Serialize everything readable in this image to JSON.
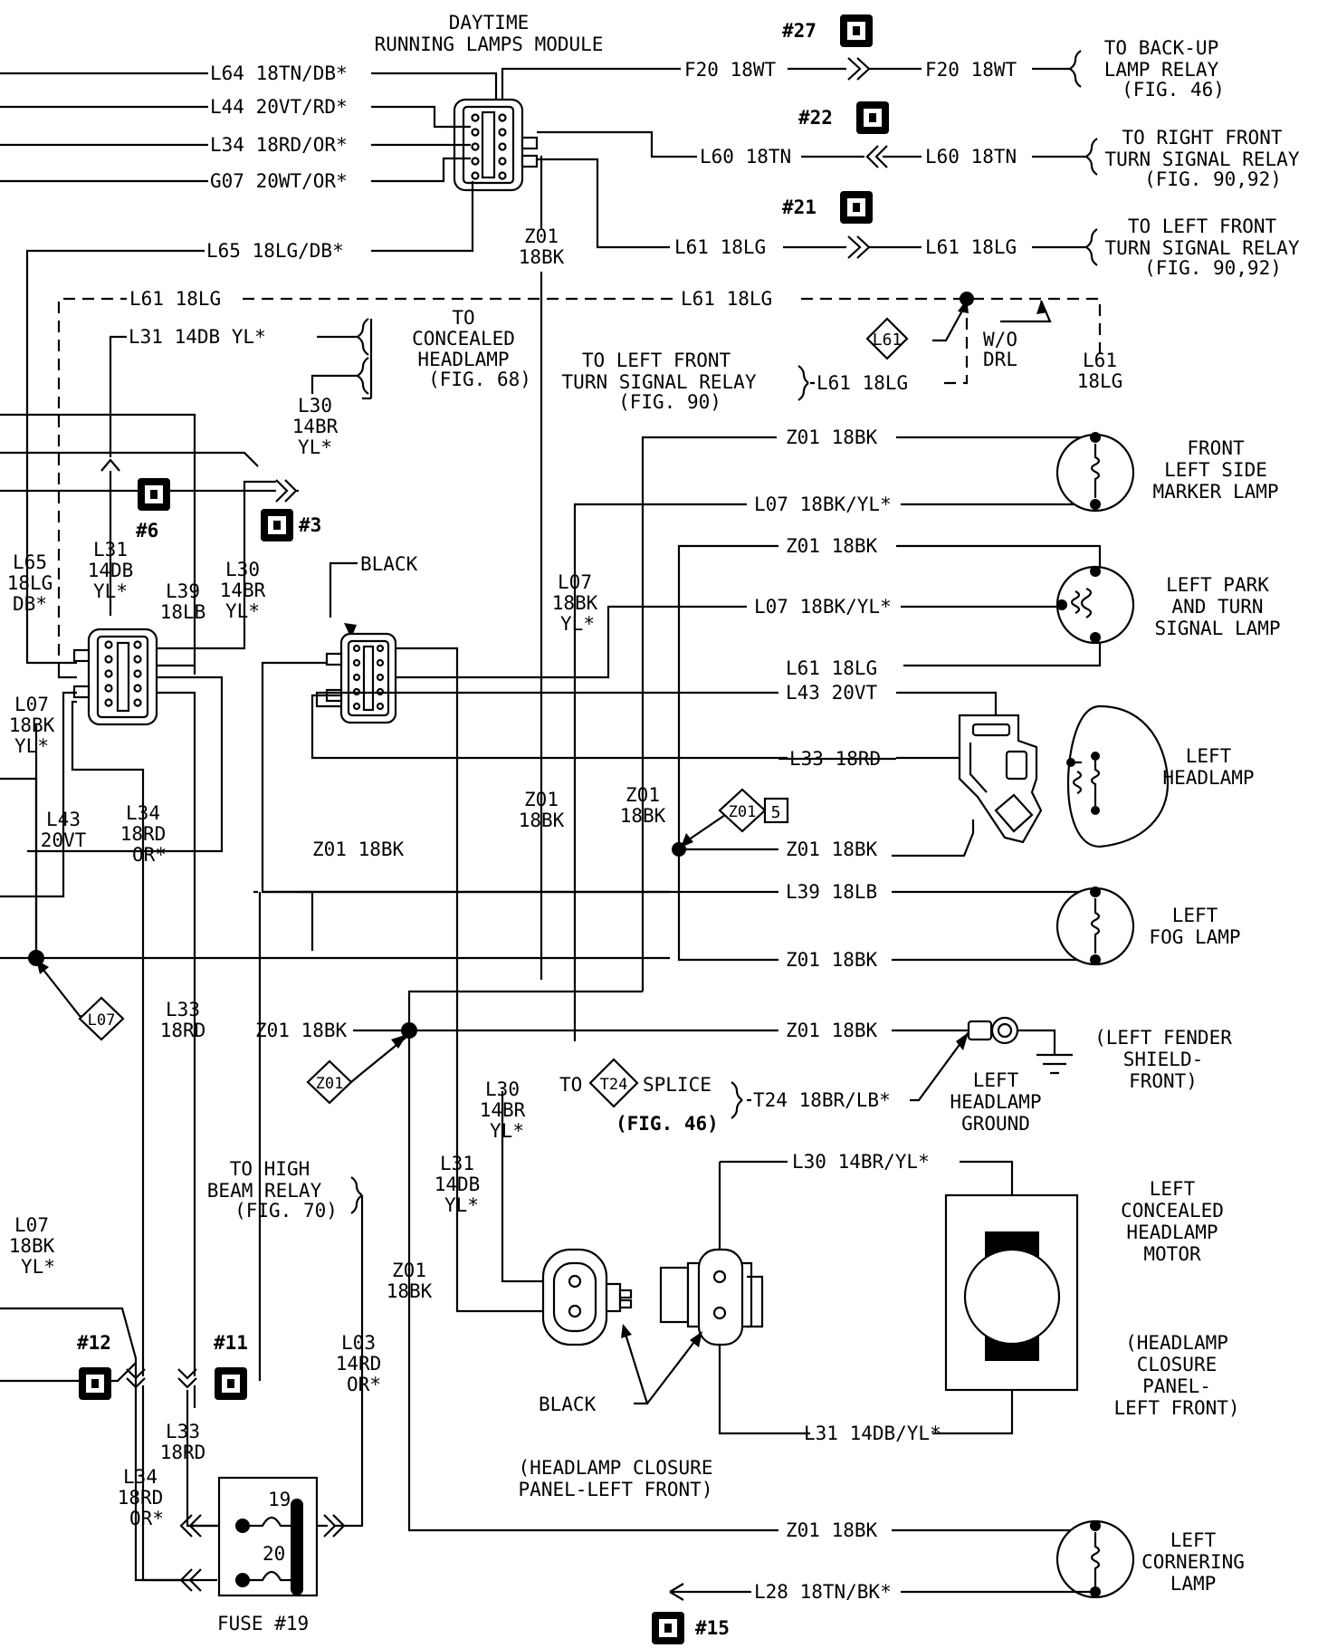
{
  "module": {
    "line1": "DAYTIME",
    "line2": "RUNNING LAMPS MODULE"
  },
  "connectors": {
    "c27": "#27",
    "c22": "#22",
    "c21": "#21",
    "c6": "#6",
    "c3": "#3",
    "c12": "#12",
    "c11": "#11",
    "c15": "#15"
  },
  "wires": {
    "l64": "L64 18TN/DB*",
    "l44": "L44 20VT/RD*",
    "l34": "L34 18RD/OR*",
    "g07": "G07 20WT/OR*",
    "l65": "L65 18LG/DB*",
    "f20a": "F20 18WT",
    "f20b": "F20 18WT",
    "l60a": "L60 18TN",
    "l60b": "L60 18TN",
    "l61a": "L61 18LG",
    "l61b": "L61 18LG",
    "l61c": "L61 18LG",
    "l61d": "L61 18LG",
    "l61e": "L61 18LG",
    "l31a": "L31 14DB YL*",
    "z01a": "Z01 18BK",
    "l07a": "L07 18BK/YL*",
    "z01b": "Z01 18BK",
    "l07b": "L07 18BK/YL*",
    "l61f": "L61 18LG",
    "l43a": "L43 20VT",
    "l33a": "L33 18RD",
    "z01c": "Z01 18BK",
    "z01d": "Z01 18BK",
    "l39a": "L39 18LB",
    "z01e": "Z01 18BK",
    "z01f": "Z01 18BK",
    "z01g": "Z01 18BK",
    "t24": "T24 18BR/LB*",
    "l30c": "L30 14BR/YL*",
    "l31c": "L31 14DB/YL*",
    "z01h": "Z01 18BK",
    "l28": "L28 18TN/BK*"
  },
  "vlabels": {
    "z01_1": [
      "Z01",
      "18BK"
    ],
    "l61_v": [
      "L61",
      "18LG"
    ],
    "l30_1": [
      "L30",
      "14BR",
      "YL*"
    ],
    "l65_v": [
      "L65",
      "18LG",
      "DB*"
    ],
    "l31_v": [
      "L31",
      "14DB",
      "YL*"
    ],
    "l39_v": [
      "L39",
      "18LB"
    ],
    "l30_2": [
      "L30",
      "14BR",
      "YL*"
    ],
    "l07_v1": [
      "L07",
      "18BK",
      "YL*"
    ],
    "l07_v2": [
      "L07",
      "18BK",
      "YL*"
    ],
    "l43_v": [
      "L43",
      "20VT"
    ],
    "l34_v1": [
      "L34",
      "18RD",
      "OR*"
    ],
    "z01_v2": [
      "Z01",
      "18BK"
    ],
    "z01_v3": [
      "Z01",
      "18BK"
    ],
    "l33_v1": [
      "L33",
      "18RD"
    ],
    "l30_v3": [
      "L30",
      "14BR",
      "YL*"
    ],
    "l31_v3": [
      "L31",
      "14DB",
      "YL*"
    ],
    "z01_v4": [
      "Z01",
      "18BK"
    ],
    "l07_v3": [
      "L07",
      "18BK",
      "YL*"
    ],
    "l03_v": [
      "L03",
      "14RD",
      "OR*"
    ],
    "l33_v2": [
      "L33",
      "18RD"
    ],
    "l34_v2": [
      "L34",
      "18RD",
      "OR*"
    ]
  },
  "notes": {
    "backup": [
      "TO BACK-UP",
      "LAMP RELAY",
      "(FIG. 46)"
    ],
    "right_turn": [
      "TO RIGHT FRONT",
      "TURN SIGNAL RELAY",
      "(FIG. 90,92)"
    ],
    "left_turn": [
      "TO LEFT FRONT",
      "TURN SIGNAL RELAY",
      "(FIG. 90,92)"
    ],
    "concealed": [
      "TO",
      "CONCEALED",
      "HEADLAMP",
      "(FIG. 68)"
    ],
    "left_front_relay": [
      "TO LEFT FRONT",
      "TURN SIGNAL RELAY",
      "(FIG. 90)"
    ],
    "wo_drl": [
      "W/O",
      "DRL"
    ],
    "black1": "BLACK",
    "high_beam": [
      "TO HIGH",
      "BEAM RELAY",
      "(FIG. 70)"
    ],
    "t24_to": "TO",
    "t24_splice": "SPLICE",
    "t24_fig": "(FIG. 46)",
    "black2": "BLACK",
    "closure1": [
      "(HEADLAMP CLOSURE",
      "PANEL-LEFT FRONT)"
    ],
    "fuse": "FUSE #19",
    "fuse19": "19",
    "fuse20": "20"
  },
  "components": {
    "side_marker": [
      "FRONT",
      "LEFT SIDE",
      "MARKER LAMP"
    ],
    "park_turn": [
      "LEFT PARK",
      "AND TURN",
      "SIGNAL LAMP"
    ],
    "headlamp": [
      "LEFT",
      "HEADLAMP"
    ],
    "fog": [
      "LEFT",
      "FOG LAMP"
    ],
    "fender": [
      "(LEFT FENDER",
      "SHIELD-",
      "FRONT)"
    ],
    "ground": [
      "LEFT",
      "HEADLAMP",
      "GROUND"
    ],
    "motor": [
      "LEFT",
      "CONCEALED",
      "HEADLAMP",
      "MOTOR"
    ],
    "closure2": [
      "(HEADLAMP",
      "CLOSURE",
      "PANEL-",
      "LEFT FRONT)"
    ],
    "cornering": [
      "LEFT",
      "CORNERING",
      "LAMP"
    ]
  },
  "splice_tags": {
    "l61": "L61",
    "z01a": "Z01",
    "z01a_n": "5",
    "l07": "L07",
    "z01b": "Z01",
    "t24": "T24"
  }
}
